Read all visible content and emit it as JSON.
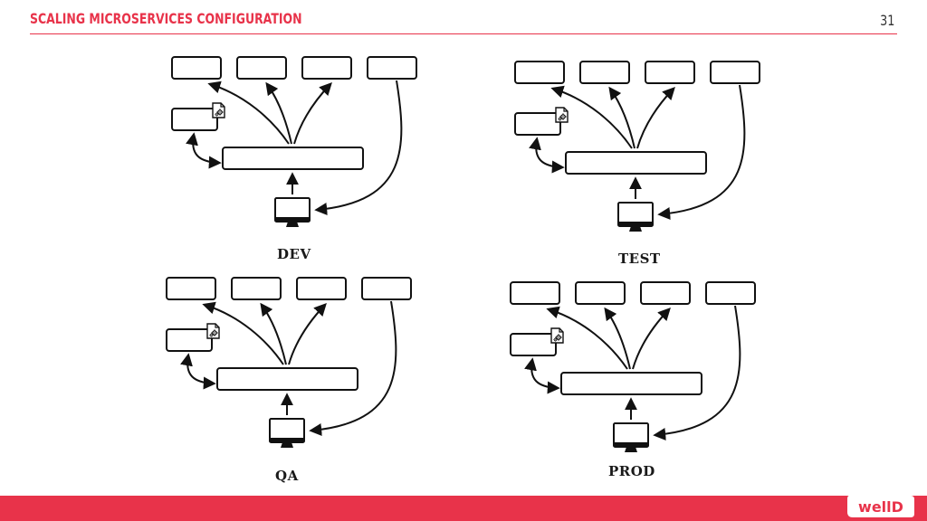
{
  "slide": {
    "title": "SCALING MICROSERVICES CONFIGURATION",
    "page_number": "31"
  },
  "environments": [
    {
      "label": "DEV"
    },
    {
      "label": "TEST"
    },
    {
      "label": "QA"
    },
    {
      "label": "PROD"
    }
  ],
  "colors": {
    "accent": "#e8334a",
    "stroke": "#111111",
    "footer": "#e8334a"
  },
  "icons": [
    "config-file-icon",
    "monitor-icon"
  ],
  "logo": {
    "text": "wellD"
  }
}
